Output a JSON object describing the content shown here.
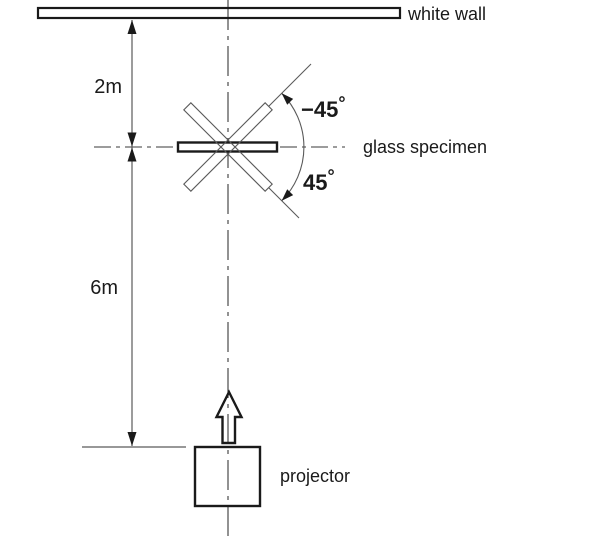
{
  "diagram": {
    "type": "optical-setup-schematic",
    "labels": {
      "wall": "white wall",
      "specimen": "glass specimen",
      "projector": "projector"
    },
    "dimensions": {
      "wall_to_specimen": "2m",
      "specimen_to_projector": "6m"
    },
    "angles": {
      "top": {
        "value": "−45",
        "unit": "°"
      },
      "bottom": {
        "value": "45",
        "unit": "°"
      }
    },
    "colors": {
      "ink": "#1a1a1a",
      "thin_line": "#5a5a5a",
      "background": "#ffffff"
    }
  }
}
